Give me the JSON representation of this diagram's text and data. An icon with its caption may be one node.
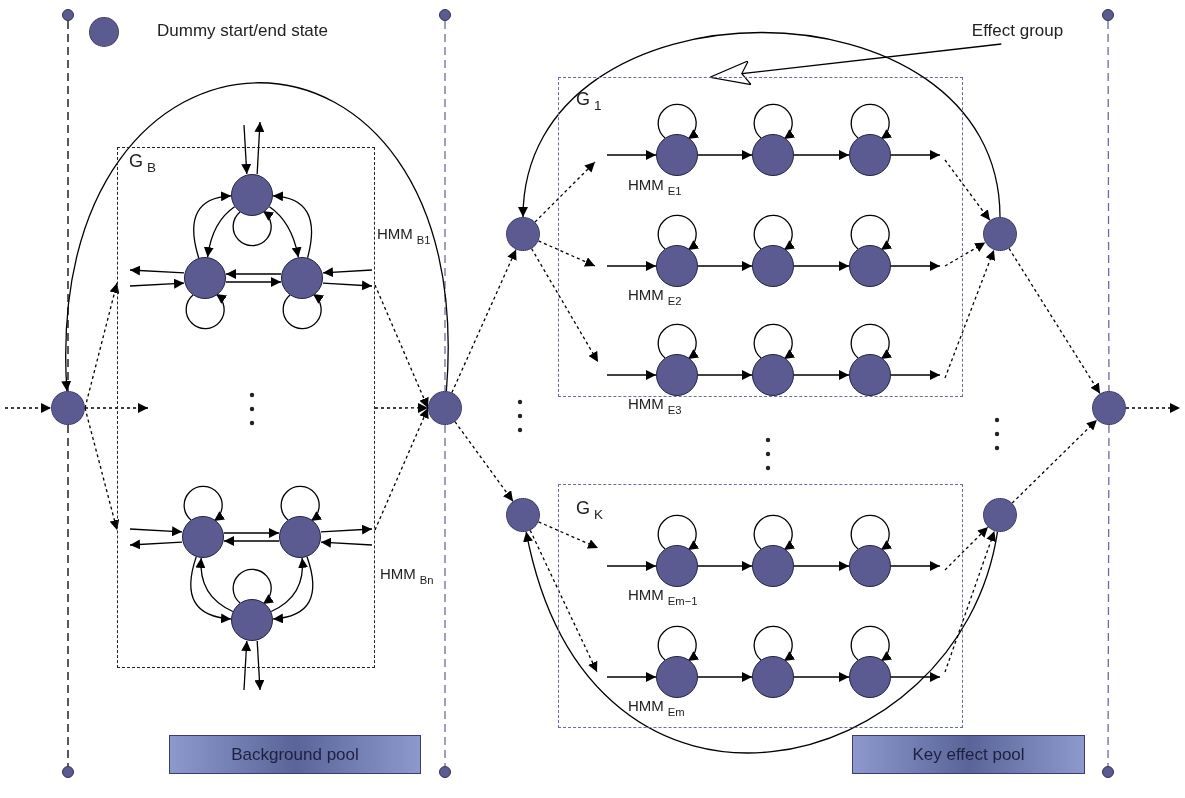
{
  "diagram": {
    "nodes": [
      {
        "text": [],
        "shape": "circle"
      },
      {
        "text": [],
        "shape": "circle"
      },
      {
        "text": [],
        "shape": "circle"
      },
      {
        "text": [
          "Effect group"
        ]
      },
      {
        "text": [
          "G$_{B}$"
        ]
      },
      {
        "text": [],
        "shape": "circle",
        "in": 4
      },
      {
        "text": [],
        "shape": "circle",
        "in": 4
      },
      {
        "text": [],
        "shape": "circle",
        "in": 4
      },
      {
        "text": [],
        "shape": "circle",
        "in": 4
      },
      {
        "text": [],
        "shape": "circle",
        "in": 4
      },
      {
        "text": [],
        "shape": "circle",
        "in": 4
      },
      {
        "text": [],
        "shape": "circle"
      },
      {
        "text": [],
        "shape": "circle"
      },
      {
        "text": [
          "G$_{1}$"
        ]
      },
      {
        "text": [],
        "shape": "circle",
        "in": 13
      },
      {
        "text": [],
        "shape": "circle",
        "in": 13
      },
      {
        "text": [],
        "shape": "circle",
        "in": 13
      },
      {
        "text": [],
        "shape": "circle",
        "in": 13
      },
      {
        "text": [],
        "shape": "circle",
        "in": 13
      },
      {
        "text": [],
        "shape": "circle",
        "in": 13
      },
      {
        "text": [],
        "shape": "circle",
        "in": 13
      },
      {
        "text": [],
        "shape": "circle",
        "in": 13
      },
      {
        "text": [],
        "shape": "circle",
        "in": 13
      },
      {
        "text": [],
        "shape": "circle"
      },
      {
        "text": [],
        "shape": "circle"
      },
      {
        "text": [
          "G$_{K}$"
        ]
      },
      {
        "text": [],
        "shape": "circle",
        "in": 25
      },
      {
        "text": [],
        "shape": "circle",
        "in": 25
      },
      {
        "text": [],
        "shape": "circle",
        "in": 25
      },
      {
        "text": [],
        "shape": "circle",
        "in": 25
      },
      {
        "text": [],
        "shape": "circle",
        "in": 25
      },
      {
        "text": [],
        "shape": "circle",
        "in": 25
      },
      {
        "text": [],
        "shape": "circle"
      },
      {
        "text": [],
        "shape": "circle"
      },
      {
        "text": [],
        "shape": "circle"
      },
      {
        "text": [
          "Background pool"
        ]
      },
      {
        "text": [
          "Key effect pool"
        ]
      },
      {
        "text": [],
        "shape": "circle"
      },
      {
        "text": [],
        "shape": "circle"
      },
      {
        "text": [],
        "shape": "circle"
      }
    ],
    "edges": [
      {
        "from": 0,
        "to": 11,
        "arrow": "none",
        "style": "dashed"
      },
      {
        "from": 11,
        "to": 37,
        "arrow": "none",
        "style": "dashed"
      },
      {
        "from": 1,
        "to": 12,
        "arrow": "none",
        "style": "dashed",
        "color": "#6b6b9e"
      },
      {
        "from": 12,
        "to": 38,
        "arrow": "none",
        "style": "dashed",
        "color": "#6b6b9e"
      },
      {
        "from": 2,
        "to": 34,
        "arrow": "none",
        "style": "dashed",
        "color": "#6b6b9e"
      },
      {
        "from": 34,
        "to": 39,
        "arrow": "none",
        "style": "dashed",
        "color": "#6b6b9e"
      },
      {
        "from": null,
        "to": 11,
        "arrow": "to",
        "style": "dashed"
      },
      {
        "from": 11,
        "to": null,
        "arrow": "to",
        "style": "dashed"
      },
      {
        "from": 11,
        "to": 4,
        "arrow": "to",
        "style": "dashed"
      },
      {
        "from": 11,
        "to": 4,
        "arrow": "to",
        "style": "dashed"
      },
      {
        "from": null,
        "to": 5,
        "arrow": "to"
      },
      {
        "from": 5,
        "to": null,
        "arrow": "to"
      },
      {
        "from": 5,
        "to": 5,
        "arrow": "to"
      },
      {
        "from": 5,
        "to": 6,
        "arrow": "to"
      },
      {
        "from": 6,
        "to": 5,
        "arrow": "to"
      },
      {
        "from": 5,
        "to": 7,
        "arrow": "to"
      },
      {
        "from": 7,
        "to": 5,
        "arrow": "to"
      },
      {
        "from": 6,
        "to": 7,
        "arrow": "to"
      },
      {
        "from": 7,
        "to": 6,
        "arrow": "to"
      },
      {
        "from": 6,
        "to": 6,
        "arrow": "to"
      },
      {
        "from": 7,
        "to": 7,
        "arrow": "to"
      },
      {
        "from": 6,
        "to": null,
        "arrow": "to"
      },
      {
        "from": null,
        "to": 6,
        "arrow": "to"
      },
      {
        "from": 7,
        "to": null,
        "arrow": "to"
      },
      {
        "from": null,
        "to": 7,
        "arrow": "to"
      },
      {
        "from": 8,
        "to": 8,
        "arrow": "to"
      },
      {
        "from": 9,
        "to": 9,
        "arrow": "to"
      },
      {
        "from": 8,
        "to": 9,
        "arrow": "to"
      },
      {
        "from": 9,
        "to": 8,
        "arrow": "to"
      },
      {
        "from": 8,
        "to": 10,
        "arrow": "to"
      },
      {
        "from": 10,
        "to": 8,
        "arrow": "to"
      },
      {
        "from": 9,
        "to": 10,
        "arrow": "to"
      },
      {
        "from": 10,
        "to": 9,
        "arrow": "to"
      },
      {
        "from": 10,
        "to": 10,
        "arrow": "to"
      },
      {
        "from": null,
        "to": 8,
        "arrow": "to"
      },
      {
        "from": 8,
        "to": null,
        "arrow": "to"
      },
      {
        "from": 9,
        "to": null,
        "arrow": "to"
      },
      {
        "from": null,
        "to": 9,
        "arrow": "to"
      },
      {
        "from": null,
        "to": 10,
        "arrow": "to"
      },
      {
        "from": 10,
        "to": null,
        "arrow": "to"
      },
      {
        "from": 4,
        "to": 12,
        "arrow": "to",
        "style": "dashed"
      },
      {
        "from": 4,
        "to": 12,
        "arrow": "to",
        "style": "dashed"
      },
      {
        "from": 4,
        "to": 12,
        "arrow": "to",
        "style": "dashed"
      },
      {
        "from": 12,
        "to": 11,
        "arrow": "to"
      },
      {
        "from": 12,
        "to": 23,
        "arrow": "to",
        "style": "dashed"
      },
      {
        "from": 12,
        "to": 32,
        "arrow": "to",
        "style": "dashed"
      },
      {
        "from": 23,
        "to": null,
        "arrow": "to",
        "style": "dashed"
      },
      {
        "from": 23,
        "to": null,
        "arrow": "to",
        "style": "dashed"
      },
      {
        "from": 23,
        "to": null,
        "arrow": "to",
        "style": "dashed"
      },
      {
        "from": null,
        "to": 14,
        "arrow": "to"
      },
      {
        "from": 14,
        "to": 14,
        "arrow": "to"
      },
      {
        "from": 14,
        "to": 15,
        "arrow": "to"
      },
      {
        "from": 15,
        "to": 15,
        "arrow": "to"
      },
      {
        "from": 15,
        "to": 16,
        "arrow": "to"
      },
      {
        "from": 16,
        "to": 16,
        "arrow": "to"
      },
      {
        "from": 16,
        "to": null,
        "arrow": "to"
      },
      {
        "from": null,
        "to": 17,
        "arrow": "to"
      },
      {
        "from": 17,
        "to": 17,
        "arrow": "to"
      },
      {
        "from": 17,
        "to": 18,
        "arrow": "to"
      },
      {
        "from": 18,
        "to": 18,
        "arrow": "to"
      },
      {
        "from": 18,
        "to": 19,
        "arrow": "to"
      },
      {
        "from": 19,
        "to": 19,
        "arrow": "to"
      },
      {
        "from": 19,
        "to": null,
        "arrow": "to"
      },
      {
        "from": null,
        "to": 20,
        "arrow": "to"
      },
      {
        "from": 20,
        "to": 20,
        "arrow": "to"
      },
      {
        "from": 20,
        "to": 21,
        "arrow": "to"
      },
      {
        "from": 21,
        "to": 21,
        "arrow": "to"
      },
      {
        "from": 21,
        "to": 22,
        "arrow": "to"
      },
      {
        "from": 22,
        "to": 22,
        "arrow": "to"
      },
      {
        "from": 22,
        "to": null,
        "arrow": "to"
      },
      {
        "from": null,
        "to": 24,
        "arrow": "to",
        "style": "dashed"
      },
      {
        "from": null,
        "to": 24,
        "arrow": "to",
        "style": "dashed"
      },
      {
        "from": null,
        "to": 24,
        "arrow": "to",
        "style": "dashed"
      },
      {
        "from": 24,
        "to": 23,
        "arrow": "to"
      },
      {
        "from": 24,
        "to": 34,
        "arrow": "to",
        "style": "dashed"
      },
      {
        "from": 32,
        "to": null,
        "arrow": "to",
        "style": "dashed"
      },
      {
        "from": 32,
        "to": null,
        "arrow": "to",
        "style": "dashed"
      },
      {
        "from": null,
        "to": 26,
        "arrow": "to"
      },
      {
        "from": 26,
        "to": 26,
        "arrow": "to"
      },
      {
        "from": 26,
        "to": 27,
        "arrow": "to"
      },
      {
        "from": 27,
        "to": 27,
        "arrow": "to"
      },
      {
        "from": 27,
        "to": 28,
        "arrow": "to"
      },
      {
        "from": 28,
        "to": 28,
        "arrow": "to"
      },
      {
        "from": 28,
        "to": null,
        "arrow": "to"
      },
      {
        "from": null,
        "to": 29,
        "arrow": "to"
      },
      {
        "from": 29,
        "to": 29,
        "arrow": "to"
      },
      {
        "from": 29,
        "to": 30,
        "arrow": "to"
      },
      {
        "from": 30,
        "to": 30,
        "arrow": "to"
      },
      {
        "from": 30,
        "to": 31,
        "arrow": "to"
      },
      {
        "from": 31,
        "to": 31,
        "arrow": "to"
      },
      {
        "from": 31,
        "to": null,
        "arrow": "to"
      },
      {
        "from": null,
        "to": 33,
        "arrow": "to",
        "style": "dashed"
      },
      {
        "from": null,
        "to": 33,
        "arrow": "to",
        "style": "dashed"
      },
      {
        "from": 33,
        "to": 32,
        "arrow": "to"
      },
      {
        "from": 33,
        "to": 34,
        "arrow": "to",
        "style": "dashed"
      },
      {
        "from": 34,
        "to": null,
        "arrow": "to",
        "style": "dashed"
      },
      {
        "from": 3,
        "to": 13,
        "arrow": "to"
      }
    ],
    "labels": [
      "HMM$_{B1}$",
      "HMM$_{Bn}$",
      "HMM$_{E1}$",
      "HMM$_{E2}$",
      "HMM$_{E3}$",
      "HMM$_{Em−1}$",
      "HMM$_{Em}$"
    ],
    "legend": [
      {
        "text": "Dummy start/end state"
      }
    ]
  }
}
